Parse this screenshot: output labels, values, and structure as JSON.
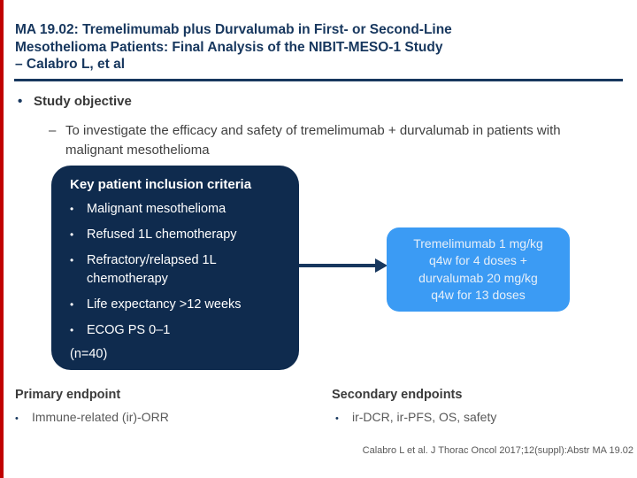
{
  "colors": {
    "accent_red_bar": "#C00000",
    "navy": "#17375E",
    "inclusion_box_bg": "#0F2B4E",
    "treatment_box_bg": "#3B9BF4",
    "body_text": "#3F3F3F",
    "muted_text": "#595959"
  },
  "header": {
    "title_lines": [
      "MA 19.02: Tremelimumab plus Durvalumab in First- or Second-Line",
      "Mesothelioma Patients: Final Analysis of the NIBIT-MESO-1 Study",
      "– Calabro L, et al"
    ]
  },
  "objective": {
    "heading": "Study objective",
    "text": "To investigate the efficacy and safety of tremelimumab + durvalumab in patients with malignant mesothelioma"
  },
  "inclusion_box": {
    "title": "Key patient inclusion criteria",
    "items": [
      "Malignant mesothelioma",
      "Refused 1L chemotherapy",
      "Refractory/relapsed 1L chemotherapy",
      "Life expectancy >12 weeks",
      "ECOG PS 0–1"
    ],
    "n_label": "(n=40)"
  },
  "treatment_box": {
    "lines": [
      "Tremelimumab 1 mg/kg",
      "q4w for 4 doses +",
      "durvalumab 20 mg/kg",
      "q4w for 13 doses"
    ]
  },
  "primary_endpoint": {
    "heading": "Primary endpoint",
    "items": [
      "Immune-related (ir)-ORR"
    ]
  },
  "secondary_endpoints": {
    "heading": "Secondary endpoints",
    "items": [
      "ir-DCR, ir-PFS, OS, safety"
    ]
  },
  "footer": {
    "citation": "Calabro L et al. J Thorac Oncol 2017;12(suppl):Abstr MA 19.02"
  }
}
